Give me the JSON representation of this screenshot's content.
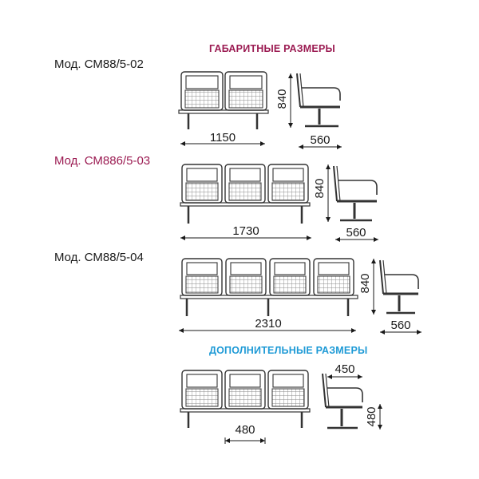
{
  "colors": {
    "heading_main": "#9b1b52",
    "heading_extra": "#1e9ad6",
    "model_highlight": "#9b1b52",
    "frame": "#333333",
    "mesh": "#8a8a8a",
    "dim": "#1a1a1a"
  },
  "headings": {
    "main": "ГАБАРИТНЫЕ РАЗМЕРЫ",
    "extra": "ДОПОЛНИТЕЛЬНЫЕ РАЗМЕРЫ"
  },
  "models": [
    {
      "label": "Мод. СМ88/5-02",
      "seats": 2,
      "width": "1150",
      "height": "840",
      "depth": "560"
    },
    {
      "label": "Мод. СМ886/5-03",
      "seats": 3,
      "width": "1730",
      "height": "840",
      "depth": "560"
    },
    {
      "label": "Мод. СМ88/5-04",
      "seats": 4,
      "width": "2310",
      "height": "840",
      "depth": "560"
    }
  ],
  "extra": {
    "seats": 3,
    "seat_width": "480",
    "seat_depth": "450",
    "seat_height": "480"
  }
}
